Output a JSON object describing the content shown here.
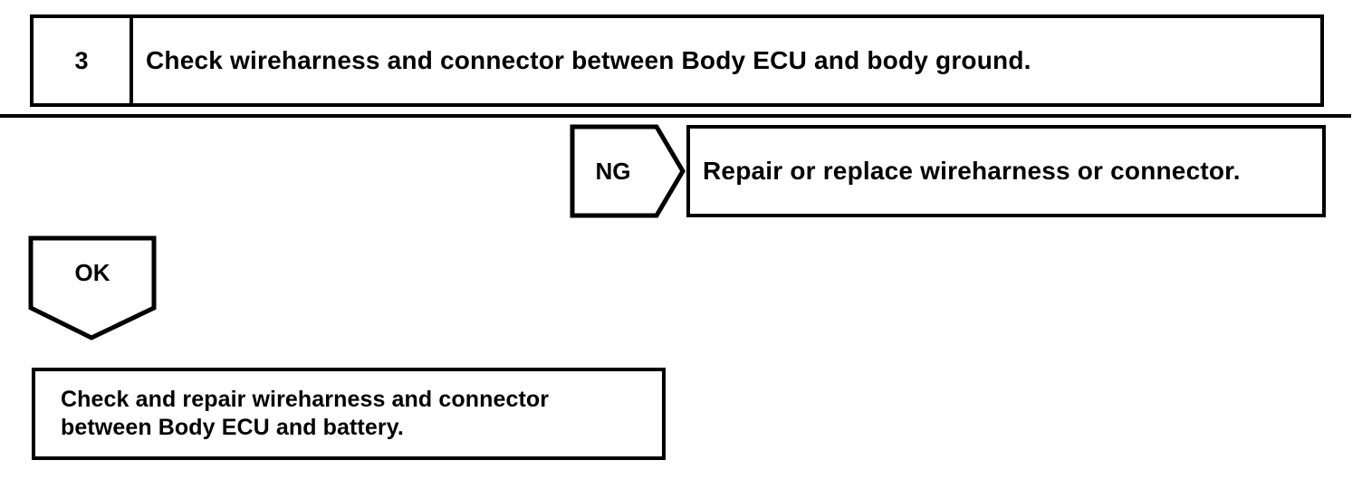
{
  "diagram": {
    "type": "troubleshooting-flowchart",
    "colors": {
      "line": "#000000",
      "background": "#ffffff",
      "text": "#000000"
    },
    "step": {
      "number": "3",
      "instruction": "Check wireharness and connector between Body ECU and body ground."
    },
    "branches": {
      "ng": {
        "label": "NG",
        "action": "Repair or replace wireharness or connector."
      },
      "ok": {
        "label": "OK",
        "action": "Check and repair wireharness and connector\nbetween Body ECU and battery."
      }
    }
  }
}
